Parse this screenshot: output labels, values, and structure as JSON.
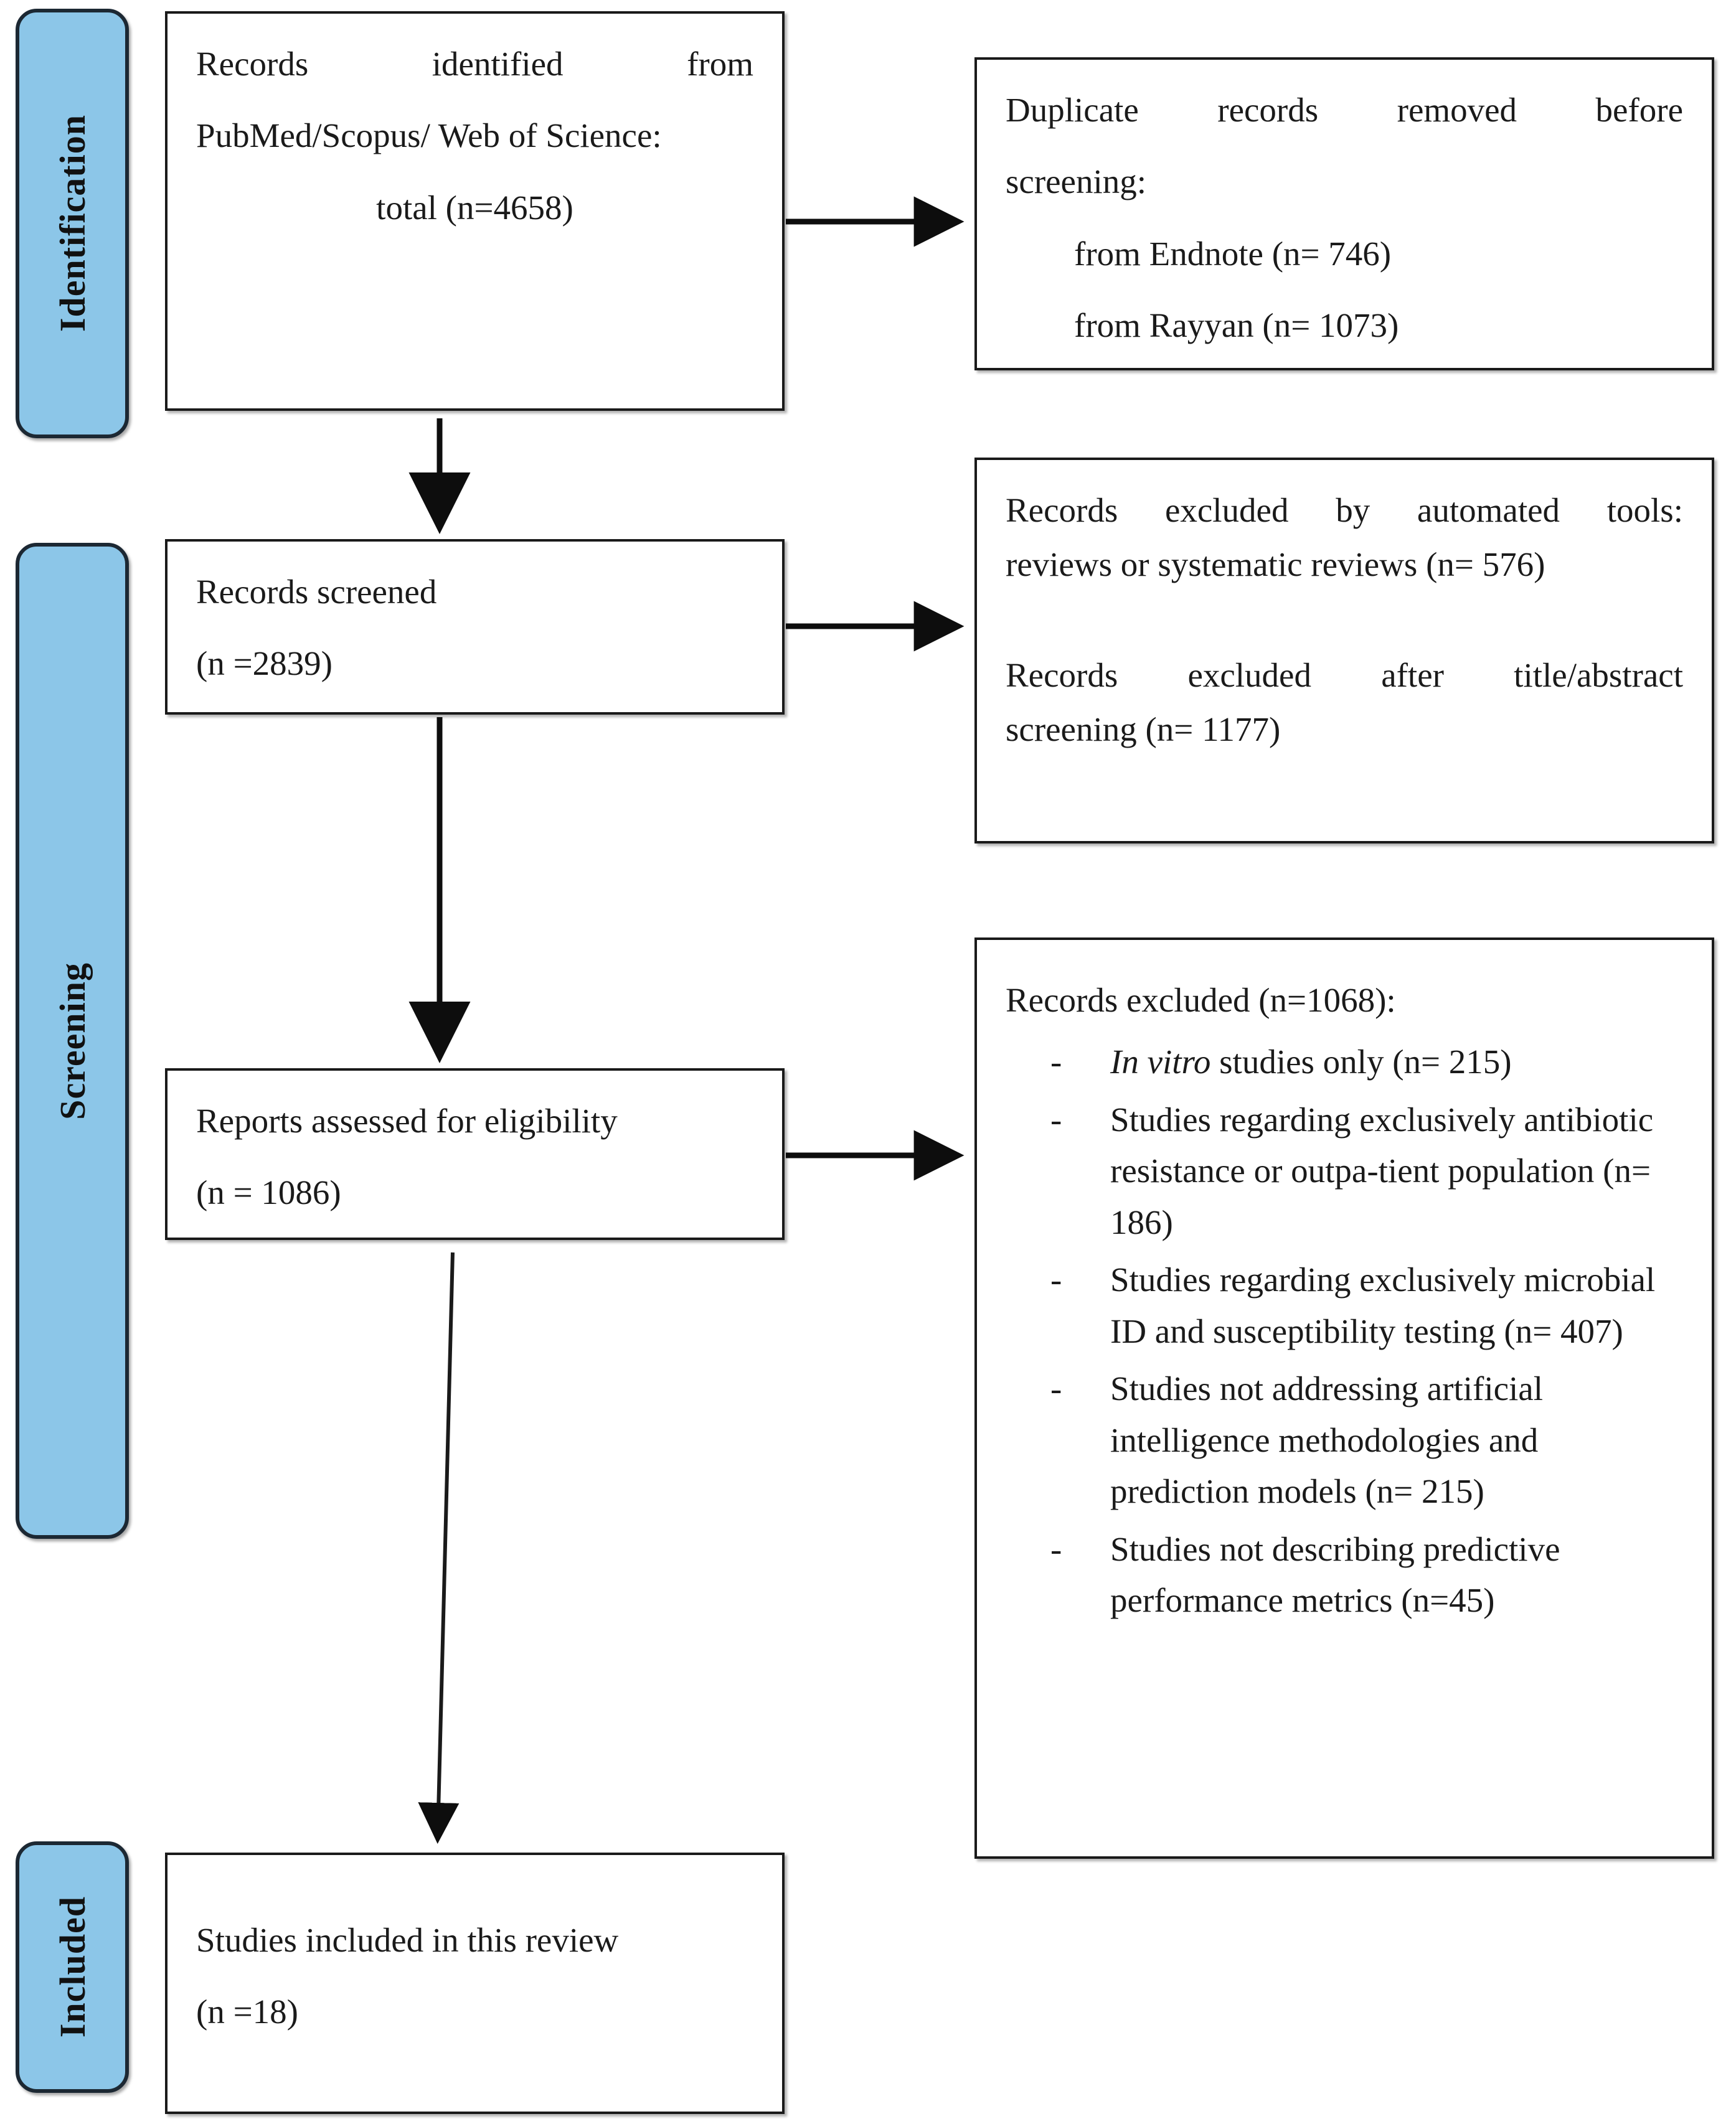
{
  "diagram": {
    "type": "prisma-flow-diagram",
    "title": "PRISMA study selection flow"
  },
  "stages": [
    {
      "id": "identification",
      "label": "Identification"
    },
    {
      "id": "screening",
      "label": "Screening"
    },
    {
      "id": "included",
      "label": "Included"
    }
  ],
  "boxes": {
    "identified": {
      "line1": "Records identified from",
      "line2": "PubMed/Scopus/ Web of Science:",
      "line3": "total (n=4658)"
    },
    "duplicates": {
      "line1": "Duplicate records removed before",
      "line2": "screening:",
      "item1": "from Endnote (n= 746)",
      "item2": "from Rayyan (n= 1073)"
    },
    "screened": {
      "line1": "Records screened",
      "line2": "(n =2839)"
    },
    "excluded_screening": {
      "line1": "Records excluded by automated tools:",
      "line2": "reviews or systematic reviews (n= 576)",
      "line3": "Records excluded after title/abstract",
      "line4": "screening (n= 1177)"
    },
    "eligibility": {
      "line1": "Reports assessed for eligibility",
      "line2": "(n = 1086)"
    },
    "excluded_eligibility": {
      "header": "Records excluded (n=1068):",
      "dash": "-",
      "reasons": [
        {
          "italic_lead": "In vitro",
          "rest": " studies only (n= 215)"
        },
        {
          "italic_lead": "",
          "rest": "Studies regarding exclusively antibiotic resistance or outpa-tient population (n= 186)"
        },
        {
          "italic_lead": "",
          "rest": "Studies regarding exclusively microbial ID and susceptibility testing (n= 407)"
        },
        {
          "italic_lead": "",
          "rest": "Studies not addressing artificial intelligence methodologies and prediction models (n= 215)"
        },
        {
          "italic_lead": "",
          "rest": "Studies not describing predictive performance metrics (n=45)"
        }
      ]
    },
    "included": {
      "line1": "Studies included in this review",
      "line2": "(n =18)"
    }
  },
  "chart_data": {
    "type": "table",
    "title": "PRISMA record counts",
    "categories": [
      "Records identified (PubMed/Scopus/Web of Science)",
      "Duplicates removed — Endnote",
      "Duplicates removed — Rayyan",
      "Records screened",
      "Excluded by automated tools (reviews/systematic reviews)",
      "Excluded after title/abstract screening",
      "Reports assessed for eligibility",
      "Records excluded at eligibility (total)",
      "Excluded: In vitro studies only",
      "Excluded: antibiotic resistance or outpatient population",
      "Excluded: microbial ID and susceptibility testing",
      "Excluded: not addressing AI methodologies / prediction models",
      "Excluded: not describing predictive performance metrics",
      "Studies included in this review"
    ],
    "values": [
      4658,
      746,
      1073,
      2839,
      576,
      1177,
      1086,
      1068,
      215,
      186,
      407,
      215,
      45,
      18
    ]
  },
  "colors": {
    "stage_tab_fill": "#8CC6E8",
    "stage_tab_border": "#1c2833",
    "box_border": "#1a1a1a",
    "text": "#1a1a1a",
    "background": "#ffffff"
  },
  "icons": {
    "arrow_down": "arrow-down-icon",
    "arrow_right": "arrow-right-icon"
  }
}
